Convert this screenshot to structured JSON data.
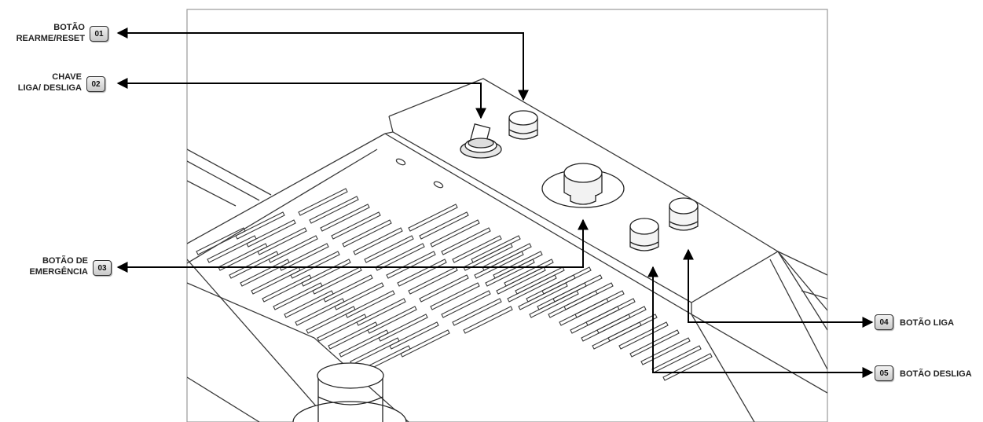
{
  "callouts": [
    {
      "number": "01",
      "label_lines": [
        "BOTÃO",
        "REARME/RESET"
      ]
    },
    {
      "number": "02",
      "label_lines": [
        "CHAVE",
        "LIGA/ DESLIGA"
      ]
    },
    {
      "number": "03",
      "label_lines": [
        "BOTÃO DE",
        "EMERGÊNCIA"
      ]
    },
    {
      "number": "04",
      "label_lines": [
        "BOTÃO LIGA"
      ]
    },
    {
      "number": "05",
      "label_lines": [
        "BOTÃO DESLIGA"
      ]
    }
  ]
}
